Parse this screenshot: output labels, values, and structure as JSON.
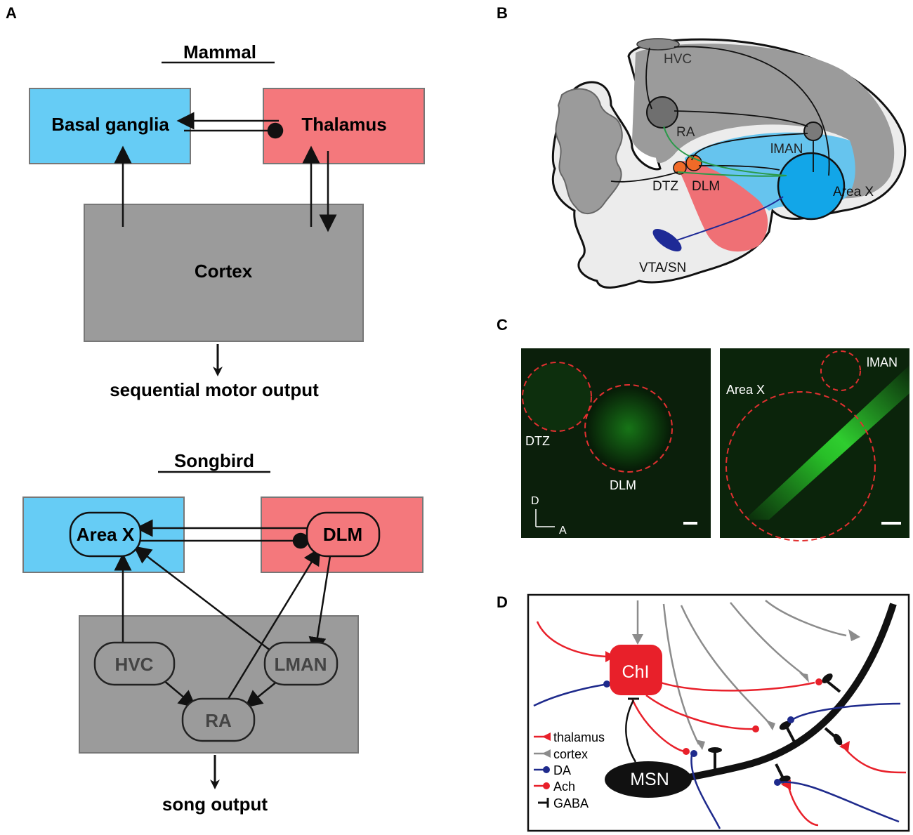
{
  "panels": {
    "A": {
      "label": "A",
      "mammal": {
        "title": "Mammal",
        "basal_ganglia": "Basal ganglia",
        "thalamus": "Thalamus",
        "cortex": "Cortex",
        "output": "sequential motor output"
      },
      "songbird": {
        "title": "Songbird",
        "area_x": "Area X",
        "dlm": "DLM",
        "hvc": "HVC",
        "lman": "LMAN",
        "ra": "RA",
        "output": "song output"
      }
    },
    "B": {
      "label": "B",
      "hvc": "HVC",
      "ra": "RA",
      "lman": "lMAN",
      "dtz": "DTZ",
      "dlm": "DLM",
      "area_x": "Area X",
      "vta_sn": "VTA/SN"
    },
    "C": {
      "label": "C",
      "dtz": "DTZ",
      "dlm": "DLM",
      "axis_d": "D",
      "axis_a": "A",
      "area_x": "Area X",
      "lman": "lMAN"
    },
    "D": {
      "label": "D",
      "chi": "ChI",
      "msn": "MSN",
      "legend": [
        "thalamus",
        "cortex",
        "DA",
        "Ach",
        "GABA"
      ]
    }
  },
  "colors": {
    "blue_region": "#66ccf5",
    "red_region": "#f4787c",
    "gray_region": "#9b9b9b",
    "thalamus": "#e8202a",
    "cortex": "#8c8c8c",
    "da": "#1e2a8c",
    "ach": "#e8202a",
    "gaba": "#111111",
    "green_projection": "#2a9a4a"
  }
}
